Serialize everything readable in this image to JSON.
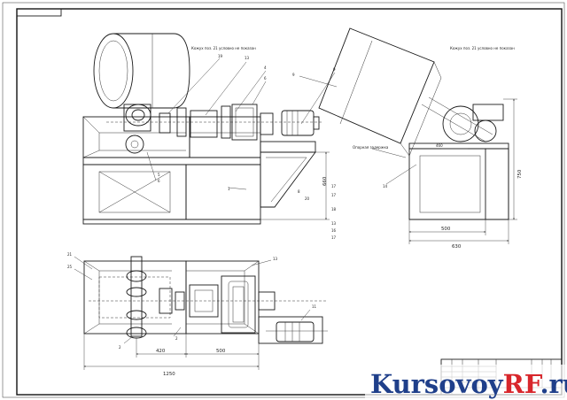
{
  "watermark": {
    "part1": "Kursovoy",
    "part2": "RF",
    "part3": ".ru",
    "color_main": "#1f3f8a",
    "color_accent": "#d8262b"
  },
  "notes": {
    "front_cover": "Кожух поз. 21 условно не показан",
    "side_cover": "Кожух поз. 21 условно не показан",
    "drum_support": "Опорная задержка"
  },
  "dimensions": {
    "front_height": "660",
    "side_height": "750",
    "side_w1": "500",
    "side_w2": "630",
    "side_offset": "460",
    "plan_420": "420",
    "plan_500": "500",
    "plan_1250": "1250"
  },
  "callouts": {
    "front": [
      "19",
      "13",
      "4",
      "6",
      "9",
      "1",
      "17",
      "8",
      "20",
      "17",
      "18",
      "13",
      "16",
      "17"
    ],
    "front_left": [
      "5",
      "6"
    ],
    "side": [
      "9",
      "14",
      "13"
    ],
    "plan": [
      "21",
      "25",
      "13",
      "11",
      "2",
      "2"
    ]
  }
}
